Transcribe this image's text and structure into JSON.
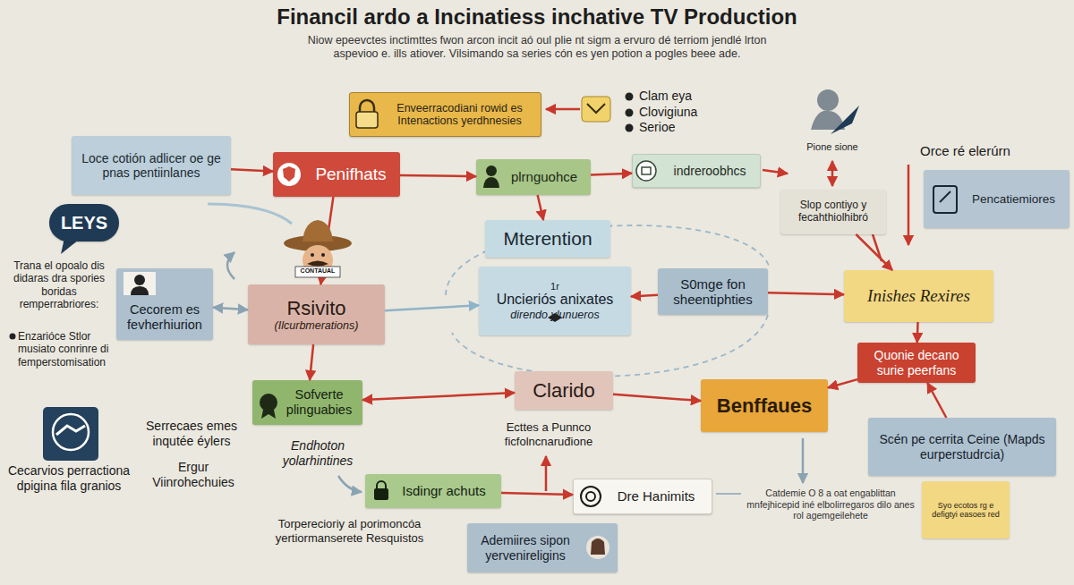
{
  "diagram": {
    "title": "Financil ardo a Incinatiess inchative TV Production",
    "nodes": [
      {
        "text": [
          "Enveerracodiani rowid es Intenactions yerdhnesies"
        ]
      },
      {
        "text": [
          "Loce cotión adlicer oe ge pnas pentiinlanes"
        ]
      },
      {
        "text": [
          "Penifhats"
        ]
      },
      {
        "text": [
          "plrnguohce"
        ]
      },
      {
        "text": [
          "indreroobhcs"
        ]
      },
      {
        "text": [
          "Slop contiyo y fecahthiolhibró"
        ]
      },
      {
        "text": [
          "Pencatiemiores"
        ]
      },
      {
        "text": [
          "LEYS"
        ]
      },
      {
        "text": [
          "Mterention"
        ]
      },
      {
        "text": [
          "Cecorem es fevherhiurion"
        ]
      },
      {
        "text": [
          "Rsivito",
          "(Ilcurbmerations)"
        ]
      },
      {
        "text": [
          "1r",
          "Uncieriós anixates",
          "direndo ylunueros"
        ]
      },
      {
        "text": [
          "S0mge fon sheentiphties"
        ]
      },
      {
        "text": [
          "Inishes Rexires"
        ]
      },
      {
        "text": [
          "Quonie decano surie peerfans"
        ]
      },
      {
        "text": [
          "Sofverte plinguabies"
        ]
      },
      {
        "text": [
          "Clarido"
        ]
      },
      {
        "text": [
          "Benffaues"
        ]
      },
      {
        "text": [
          "Scén pe cerrita Ceine (Mapds eurperstudrcia)"
        ]
      },
      {
        "text": [
          "Isdingr achuts"
        ]
      },
      {
        "text": [
          "Dre Hanimits"
        ]
      },
      {
        "text": [
          "Syo ecotos rg e defigtyi easoes red"
        ]
      },
      {
        "text": [
          "Ademiires sipon yervenireligins"
        ]
      }
    ],
    "edges": [
      {
        "from": 1,
        "to": 2,
        "arrow": "to"
      },
      {
        "from": 2,
        "to": 3,
        "arrow": "to"
      },
      {
        "from": 3,
        "to": 4,
        "arrow": "to"
      },
      {
        "from": 2,
        "to": 10,
        "arrow": "to"
      },
      {
        "from": 3,
        "to": 8,
        "arrow": "to"
      },
      {
        "from": 5,
        "to": 13,
        "arrow": "to"
      },
      {
        "from": 12,
        "to": 11,
        "arrow": "to"
      },
      {
        "from": 12,
        "to": 13,
        "arrow": "to"
      },
      {
        "from": 13,
        "to": 14,
        "arrow": "to"
      },
      {
        "from": 14,
        "to": 17,
        "arrow": "to"
      },
      {
        "from": 18,
        "to": 14,
        "arrow": "to"
      },
      {
        "from": 10,
        "to": 15,
        "arrow": "to"
      },
      {
        "from": 15,
        "to": 16,
        "arrow": "both"
      },
      {
        "from": 16,
        "to": 17,
        "arrow": "to"
      },
      {
        "from": 10,
        "to": 11,
        "arrow": "to"
      },
      {
        "from": 19,
        "to": 20,
        "arrow": "to"
      },
      {
        "from": 9,
        "to": 10,
        "arrow": "both"
      }
    ],
    "labels": [
      "Niow epeevctes inctimttes fwon arcon incit aó oul plie nt sigm a ervuro dé terriom jendlé lrton aspevioo e. ills atiover. Vilsimando sa series cón es yen potion a pogles beee ade.",
      "Clam eya",
      "Clovigiuna",
      "Serioe",
      "Pione sione",
      "Orce ré elerúrn",
      "CONTAUAL",
      "Trana el opoalo dis didaras dra spories boridas remperrabriores:",
      "Enzarióce Stlor musiato conrinre di femperstomisation",
      "Cecarvios perractiona dpigina fila granios",
      "Serrecaes emes inqutée éylers",
      "Ergur Viinrohechuies",
      "Endhoton yolarhintines",
      "Torperecioriy al porimoncóa yertiormanserete Resquistos",
      "Ecttes a Punnco ficfolncnaruđione",
      "Catdemie O 8 a oat engablittan mnfejhicepid iné elbolirregaros dilo anes rol agemgeilehete"
    ]
  }
}
